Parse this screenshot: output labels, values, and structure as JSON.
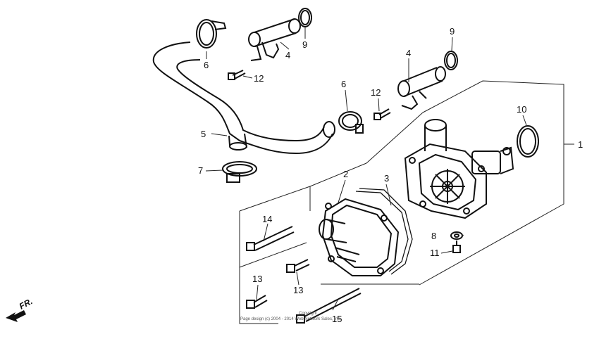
{
  "callouts": {
    "c1": "1",
    "c2": "2",
    "c3": "3",
    "c4a": "4",
    "c4b": "4",
    "c5": "5",
    "c6a": "6",
    "c6b": "6",
    "c7": "7",
    "c8": "8",
    "c9a": "9",
    "c9b": "9",
    "c10": "10",
    "c11": "11",
    "c12a": "12",
    "c12b": "12",
    "c13a": "13",
    "c13b": "13",
    "c14": "14",
    "c15": "15"
  },
  "direction": {
    "label": "FR."
  },
  "copyright": {
    "line1": "Copyright",
    "line2": "Page design (c) 2004 - 2014 Web Network Sales, Inc."
  }
}
